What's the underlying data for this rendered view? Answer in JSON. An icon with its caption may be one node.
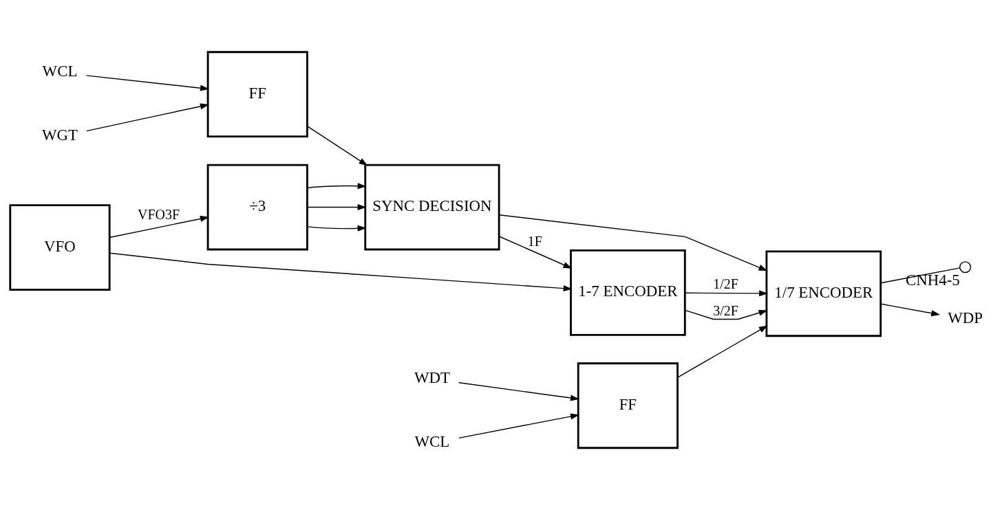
{
  "diagram": {
    "nodes": [
      {
        "text": [
          "VFO"
        ]
      },
      {
        "text": [
          "÷3"
        ]
      },
      {
        "text": [
          "WCL"
        ]
      },
      {
        "text": [
          "WGT"
        ]
      },
      {
        "text": [
          "FF"
        ]
      },
      {
        "text": [
          "SYNC DECISION"
        ]
      },
      {
        "text": [
          "1-7 ENCODER"
        ]
      },
      {
        "text": [
          "WCL"
        ]
      },
      {
        "text": [
          "WDT"
        ]
      },
      {
        "text": [
          "FF"
        ]
      },
      {
        "text": [
          "1/7 ENCODER"
        ]
      },
      {
        "text": [],
        "shape": "circle",
        "beside": [
          "CNH4-5"
        ]
      },
      {
        "text": [
          "WDP"
        ]
      }
    ],
    "edges": [
      {
        "from": 0,
        "to": 1,
        "arrow": "to",
        "label": "VFO3F"
      },
      {
        "from": 0,
        "to": 6,
        "arrow": "to"
      },
      {
        "from": 1,
        "to": 5,
        "arrow": "to"
      },
      {
        "from": 1,
        "to": 5,
        "arrow": "to"
      },
      {
        "from": 1,
        "to": 5,
        "arrow": "to"
      },
      {
        "from": 2,
        "to": 4,
        "arrow": "to"
      },
      {
        "from": 3,
        "to": 4,
        "arrow": "to"
      },
      {
        "from": 4,
        "to": 5,
        "arrow": "to"
      },
      {
        "from": 5,
        "to": 6,
        "arrow": "to",
        "label": "1F"
      },
      {
        "from": 5,
        "to": 10,
        "arrow": "to"
      },
      {
        "from": 6,
        "to": 10,
        "arrow": "to",
        "label": "3/2F"
      },
      {
        "from": 6,
        "to": 10,
        "arrow": "to",
        "label": "1/2F"
      },
      {
        "from": 7,
        "to": 9,
        "arrow": "to"
      },
      {
        "from": 8,
        "to": 9,
        "arrow": "to"
      },
      {
        "from": 9,
        "to": 10,
        "arrow": "to"
      },
      {
        "from": 10,
        "to": 11,
        "arrow": "none"
      },
      {
        "from": 10,
        "to": 12,
        "arrow": "to"
      }
    ]
  }
}
